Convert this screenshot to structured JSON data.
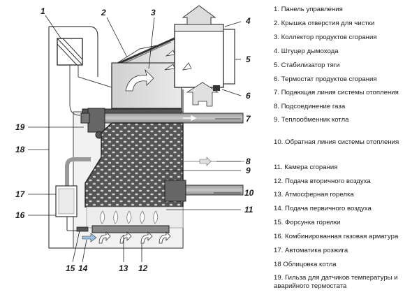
{
  "diagram": {
    "callouts": [
      "1",
      "2",
      "3",
      "4",
      "5",
      "6",
      "7",
      "8",
      "9",
      "10",
      "11",
      "12",
      "13",
      "14",
      "15",
      "16",
      "17",
      "18",
      "19"
    ]
  },
  "legend": {
    "items": [
      "1. Панель управления",
      "2. Крышка отверстия для чистки",
      "3. Коллектор продуктов сгорания",
      "4. Штуцер дымохода",
      "5. Стабилизатор тяги",
      "6. Термостат продуктов сгорания",
      "7. Подающая линия системы отопления",
      "8. Подсоединение газа",
      "9. Теплообменник котла",
      "10. Обратная линия системы отопления",
      "11. Камера сгорания",
      "12. Подача вторичного воздуха",
      "13. Атмосферная горелка",
      "14. Подача первичного воздуха",
      "15. Форсунка горелки",
      "16. Комбинированная газовая арматура",
      "17. Автоматика розжига",
      "18 Облицовка котла",
      "19. Гильза для датчиков температуры и аварийного термостата"
    ]
  }
}
